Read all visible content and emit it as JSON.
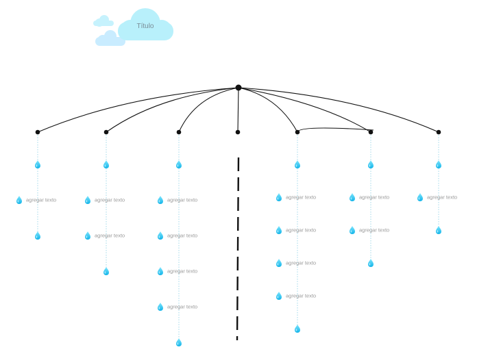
{
  "header": {
    "title": "Título"
  },
  "colors": {
    "cloud": "#b8f0fb",
    "cloud_small": "#c6efff",
    "line": "#111111",
    "drop": "#1fc0f0",
    "drop_highlight": "#bff0ff",
    "dotted": "#9fd8ea",
    "label": "#9a9a9a"
  },
  "icons": {
    "cloud": "cloud-icon",
    "drop": "water-drop-icon"
  },
  "branches": [
    {
      "items": [
        "",
        "agregar texto",
        ""
      ]
    },
    {
      "items": [
        "",
        "agregar texto",
        "agregar texto",
        ""
      ]
    },
    {
      "items": [
        "",
        "agregar texto",
        "agregar texto",
        "agregar texto",
        "agregar texto",
        ""
      ]
    },
    {
      "items": []
    },
    {
      "items": [
        "",
        "agregar texto",
        "agregar texto",
        "agregar texto",
        "agregar texto",
        ""
      ]
    },
    {
      "items": [
        "",
        "agregar texto",
        "agregar texto",
        ""
      ]
    },
    {
      "items": [
        "",
        "agregar texto",
        ""
      ]
    }
  ]
}
